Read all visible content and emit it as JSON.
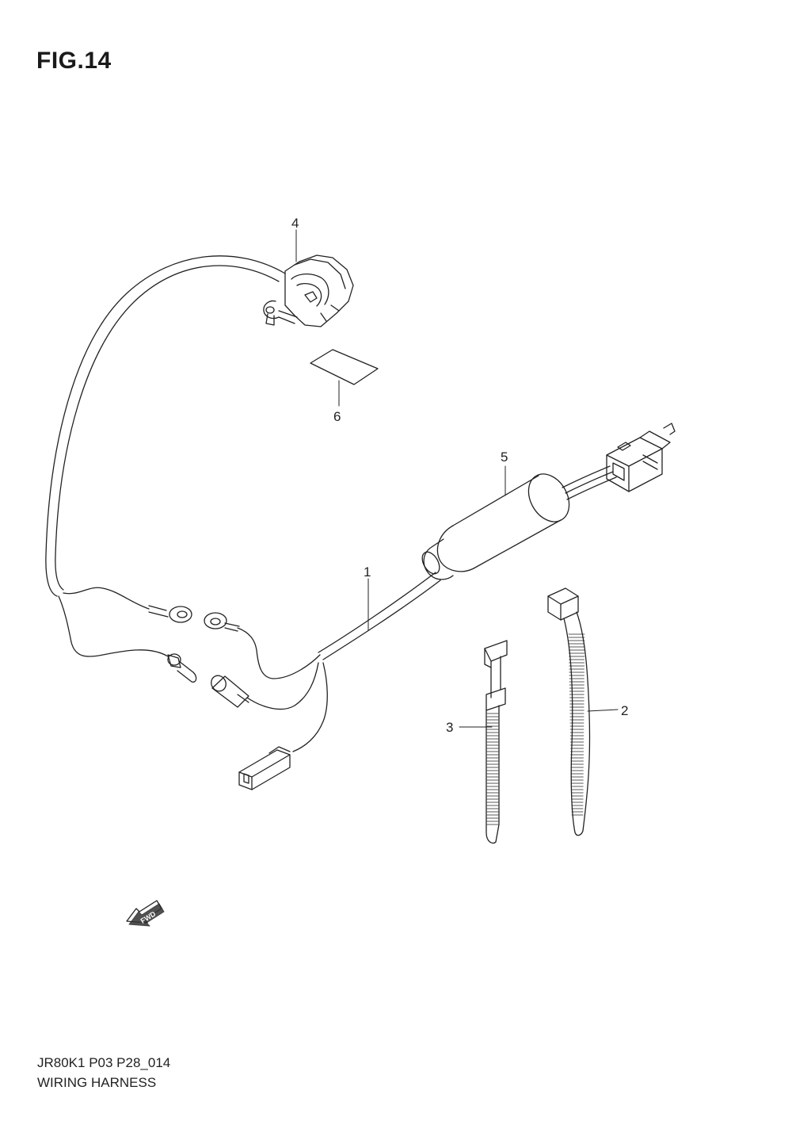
{
  "figure": {
    "title": "FIG.14"
  },
  "callouts": [
    {
      "id": "1",
      "label": "1"
    },
    {
      "id": "2",
      "label": "2"
    },
    {
      "id": "3",
      "label": "3"
    },
    {
      "id": "4",
      "label": "4"
    },
    {
      "id": "5",
      "label": "5"
    },
    {
      "id": "6",
      "label": "6"
    }
  ],
  "fwd_badge": {
    "label": "FWD"
  },
  "footer": {
    "code": "JR80K1  P03  P28_014",
    "name": "WIRING HARNESS"
  }
}
